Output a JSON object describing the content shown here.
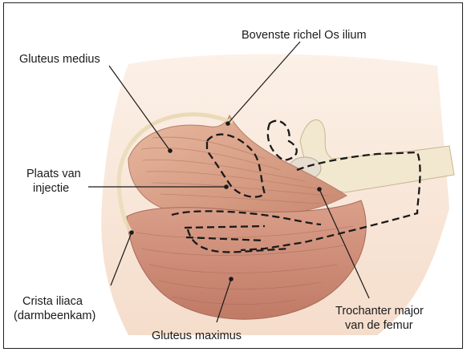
{
  "labels": {
    "gluteus_medius": "Gluteus medius",
    "bovenste_richel": "Bovenste richel Os ilium",
    "plaats_line1": "Plaats van",
    "plaats_line2": "injectie",
    "crista_line1": "Crista iliaca",
    "crista_line2": "(darmbeenkam)",
    "gluteus_maximus": "Gluteus maximus",
    "trochanter_line1": "Trochanter major",
    "trochanter_line2": "van de femur"
  },
  "colors": {
    "skin": "#f6e0cf",
    "muscle": "#d8a088",
    "muscle_dark": "#c4826c",
    "bone": "#f1e8cf",
    "outline": "#1a1a1a"
  }
}
